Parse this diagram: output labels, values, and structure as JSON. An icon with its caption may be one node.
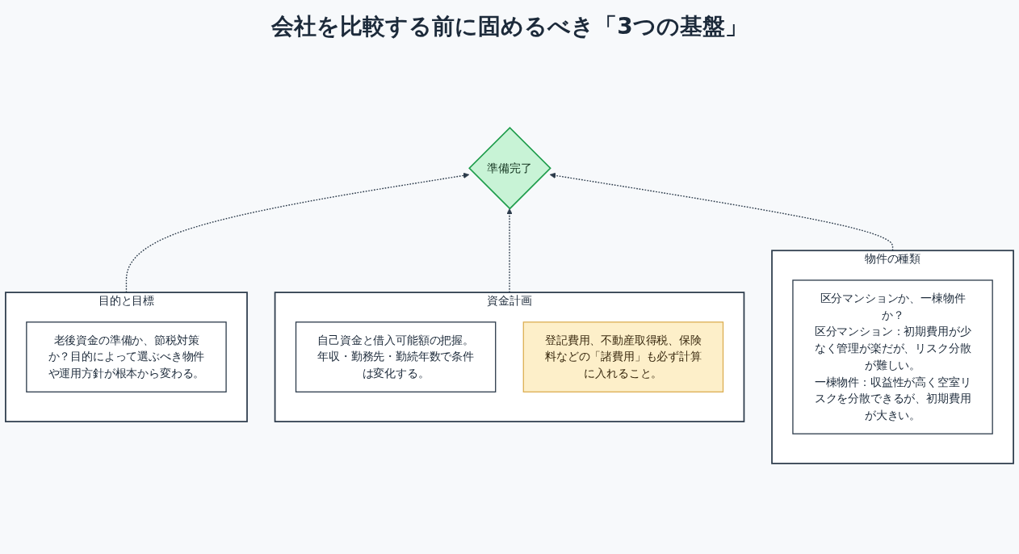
{
  "diagram": {
    "title": "会社を比較する前に固めるべき「3つの基盤」",
    "nodes": [
      {
        "text": [
          "準備完了"
        ]
      },
      {
        "text": [
          "目的と目標"
        ]
      },
      {
        "text": [
          "老後資金の準備か、節税対策か？目的によって選ぶべき物件や運用方針が根本から変わる。"
        ],
        "in": 1
      },
      {
        "text": [
          "資金計画"
        ]
      },
      {
        "text": [
          "自己資金と借入可能額の把握。年収・勤務先・勤続年数で条件は変化する。"
        ],
        "in": 3
      },
      {
        "text": [
          "登記費用、不動産取得税、保険料などの「諸費用」も必ず計算に入れること。"
        ],
        "in": 3
      },
      {
        "text": [
          "物件の種類"
        ]
      },
      {
        "text": [
          "区分マンションか、一棟物件か？",
          "区分マンション：初期費用が少なく管理が楽だが、リスク分散が難しい。",
          "一棟物件：収益性が高く空室リスクを分散できるが、初期費用が大きい。"
        ],
        "in": 6
      }
    ],
    "edges": [
      {
        "from": 1,
        "to": 0,
        "arrow": "to",
        "style": "dashed"
      },
      {
        "from": 3,
        "to": 0,
        "arrow": "to",
        "style": "dashed"
      },
      {
        "from": 6,
        "to": 0,
        "arrow": "to",
        "style": "dashed"
      }
    ]
  }
}
